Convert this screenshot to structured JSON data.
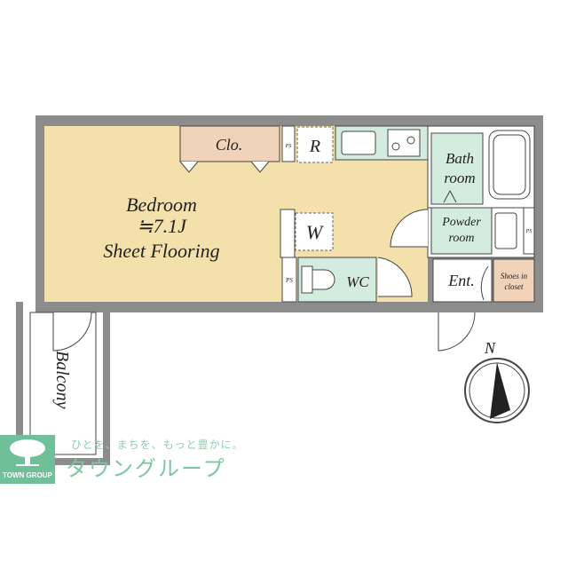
{
  "floorplan": {
    "rooms": {
      "bedroom": "Bedroom",
      "bedroom_size": "≒7.1J",
      "bedroom_floor": "Sheet Flooring",
      "closet": "Clo.",
      "refrigerator": "R",
      "washer": "W",
      "bath_line1": "Bath",
      "bath_line2": "room",
      "powder_line1": "Powder",
      "powder_line2": "room",
      "wc": "WC",
      "entrance": "Ent.",
      "shoes_line1": "Shoes in",
      "shoes_line2": "closet",
      "balcony": "Balcony",
      "ps": "PS"
    },
    "compass": "N"
  },
  "colors": {
    "wall": "#8c8c8c",
    "bedroom": "#f4e0ab",
    "wet": "#d4ebdf",
    "closet": "#f0d3b8",
    "logo": "#6fbf99"
  },
  "logo": {
    "tagline": "ひとを、まちを、もっと豊かに。",
    "name": "タウングループ",
    "name_en": "TOWN GROUP"
  }
}
